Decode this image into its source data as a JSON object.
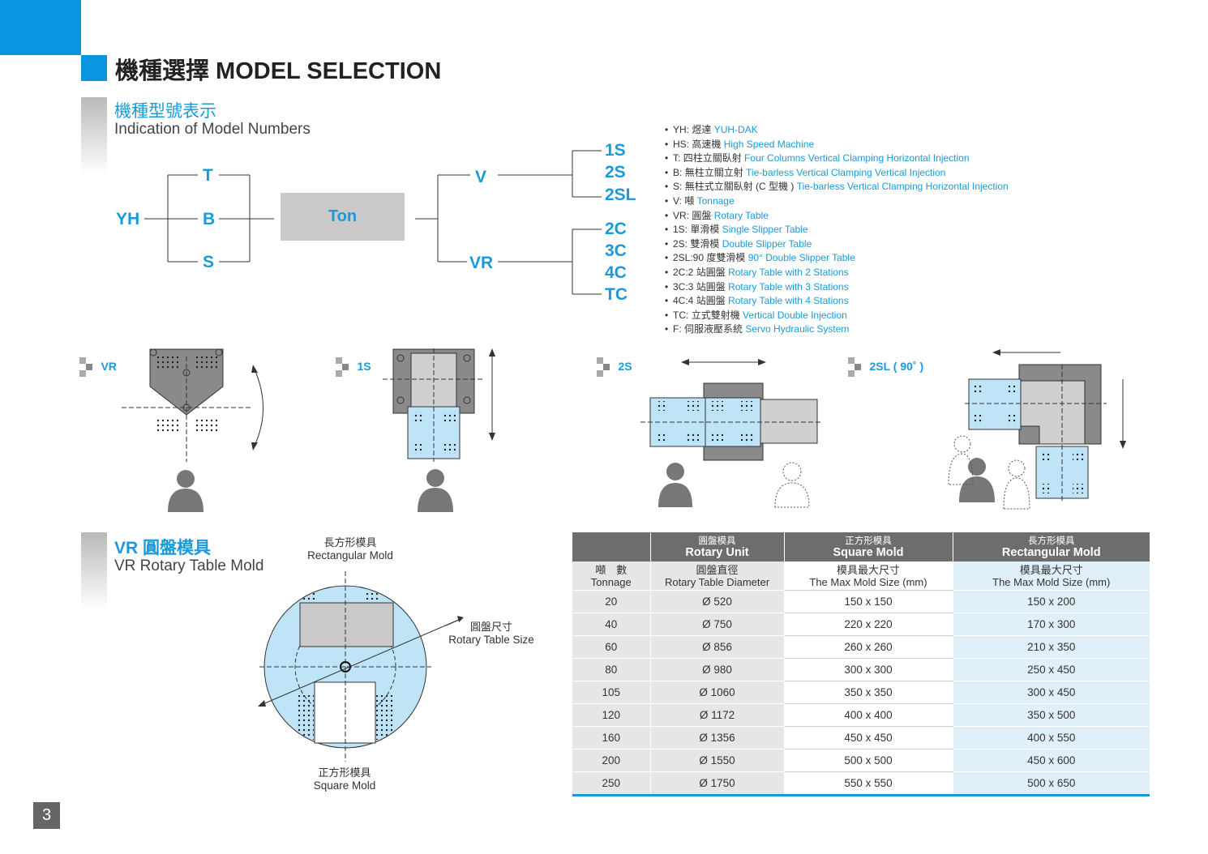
{
  "header": {
    "title": "機種選擇 MODEL SELECTION"
  },
  "model_numbers": {
    "title_zh": "機種型號表示",
    "title_en": "Indication of Model Numbers",
    "root": "YH",
    "types": [
      "T",
      "B",
      "S"
    ],
    "ton": "Ton",
    "branches": [
      "V",
      "VR"
    ],
    "v_options": [
      "1S",
      "2S",
      "2SL"
    ],
    "vr_options": [
      "2C",
      "3C",
      "4C",
      "TC"
    ]
  },
  "legend": [
    {
      "code": "YH:",
      "zh": "煜達",
      "en": "YUH-DAK"
    },
    {
      "code": "HS:",
      "zh": "高速機",
      "en": "High Speed Machine"
    },
    {
      "code": "T:",
      "zh": "四柱立關臥射",
      "en": "Four Columns Vertical Clamping Horizontal Injection"
    },
    {
      "code": "B:",
      "zh": "無柱立關立射",
      "en": "Tie-barless Vertical Clamping Vertical Injection"
    },
    {
      "code": "S:",
      "zh": "無柱式立關臥射 (C 型機 )",
      "en": "Tie-barless Vertical Clamping Horizontal Injection"
    },
    {
      "code": "V:",
      "zh": "噸",
      "en": "Tonnage"
    },
    {
      "code": "VR:",
      "zh": "圓盤",
      "en": "Rotary Table"
    },
    {
      "code": "1S:",
      "zh": "單滑模",
      "en": "Single Slipper Table"
    },
    {
      "code": "2S:",
      "zh": "雙滑模",
      "en": "Double Slipper Table"
    },
    {
      "code": "2SL:90",
      "zh": "度雙滑模",
      "en": "90° Double Slipper Table"
    },
    {
      "code": "2C:2",
      "zh": "站圓盤",
      "en": "Rotary Table with 2 Stations"
    },
    {
      "code": "3C:3",
      "zh": "站圓盤",
      "en": "Rotary Table with 3 Stations"
    },
    {
      "code": "4C:4",
      "zh": "站圓盤",
      "en": "Rotary Table with 4 Stations"
    },
    {
      "code": "TC:",
      "zh": "立式雙射機",
      "en": "Vertical Double Injection"
    },
    {
      "code": "F:",
      "zh": "伺服液壓系統",
      "en": "Servo Hydraulic System"
    }
  ],
  "diagrams": [
    "VR",
    "1S",
    "2S",
    "2SL ( 90˚ )"
  ],
  "rotary": {
    "title_zh": "VR 圓盤模具",
    "title_en": "VR Rotary Table Mold",
    "rect_zh": "長方形模具",
    "rect_en": "Rectangular Mold",
    "size_zh": "圓盤尺寸",
    "size_en": "Rotary Table Size",
    "square_zh": "正方形模具",
    "square_en": "Square Mold"
  },
  "table": {
    "headers": [
      {
        "zh": "",
        "en": ""
      },
      {
        "zh": "圓盤模具",
        "en": "Rotary Unit"
      },
      {
        "zh": "正方形模具",
        "en": "Square Mold"
      },
      {
        "zh": "長方形模具",
        "en": "Rectangular Mold"
      }
    ],
    "sub": [
      {
        "zh": "噸　數",
        "en": "Tonnage"
      },
      {
        "zh": "圓盤直徑",
        "en": "Rotary Table Diameter"
      },
      {
        "zh": "模具最大尺寸",
        "en": "The Max Mold Size (mm)"
      },
      {
        "zh": "模具最大尺寸",
        "en": "The Max Mold Size (mm)"
      }
    ],
    "rows": [
      [
        "20",
        "Ø 520",
        "150 x 150",
        "150 x 200"
      ],
      [
        "40",
        "Ø 750",
        "220 x 220",
        "170 x 300"
      ],
      [
        "60",
        "Ø 856",
        "260 x 260",
        "210 x 350"
      ],
      [
        "80",
        "Ø 980",
        "300 x 300",
        "250 x 450"
      ],
      [
        "105",
        "Ø 1060",
        "350 x 350",
        "300 x 450"
      ],
      [
        "120",
        "Ø 1172",
        "400 x 400",
        "350 x 500"
      ],
      [
        "160",
        "Ø 1356",
        "450 x 450",
        "400 x 550"
      ],
      [
        "200",
        "Ø 1550",
        "500 x 500",
        "450 x 600"
      ],
      [
        "250",
        "Ø 1750",
        "550 x 550",
        "500 x 650"
      ]
    ]
  },
  "page_number": "3",
  "colors": {
    "accent": "#0a95e0",
    "text_blue": "#1a9ad9",
    "light_blue": "#bfe3f7",
    "gray": "#c8c8c8",
    "dark_gray": "#6d6d6d"
  }
}
